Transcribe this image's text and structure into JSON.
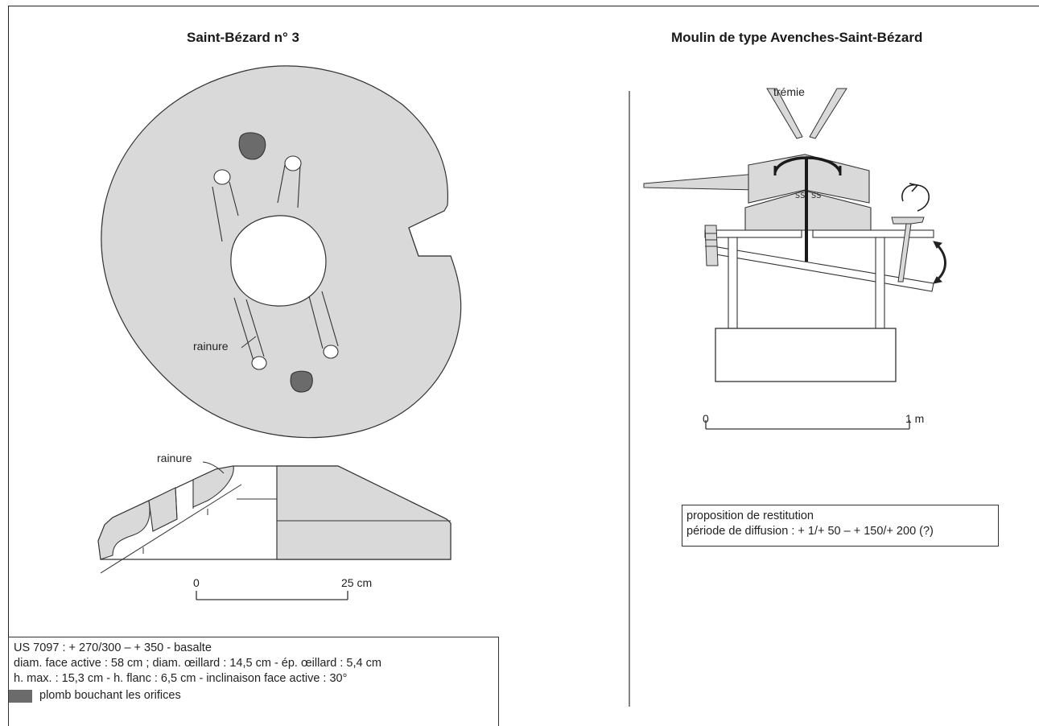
{
  "left_panel": {
    "title": "Saint-Bézard n° 3",
    "label_rainure_top": "rainure",
    "label_rainure_section": "rainure",
    "scale": {
      "start": "0",
      "end": "25 cm"
    },
    "info": {
      "line1": "US 7097 :  + 270/300 – + 350 - basalte",
      "line2": "diam. face active : 58 cm ; diam. œillard : 14,5 cm - ép. œillard : 5,4 cm",
      "line3": "h. max. : 15,3 cm - h. flanc : 6,5 cm - inclinaison face active : 30°",
      "legend_label": "plomb bouchant les orifices"
    }
  },
  "right_panel": {
    "title": "Moulin de type Avenches-Saint-Bézard",
    "label_tremie": "trémie",
    "scale": {
      "start": "0",
      "end": "1 m"
    },
    "info": {
      "line1": "proposition de restitution",
      "line2": "période de diffusion : + 1/+ 50 – + 150/+ 200 (?)"
    }
  },
  "colors": {
    "stone_fill": "#d9d9d9",
    "lead_fill": "#6b6b6b",
    "line": "#333333"
  }
}
